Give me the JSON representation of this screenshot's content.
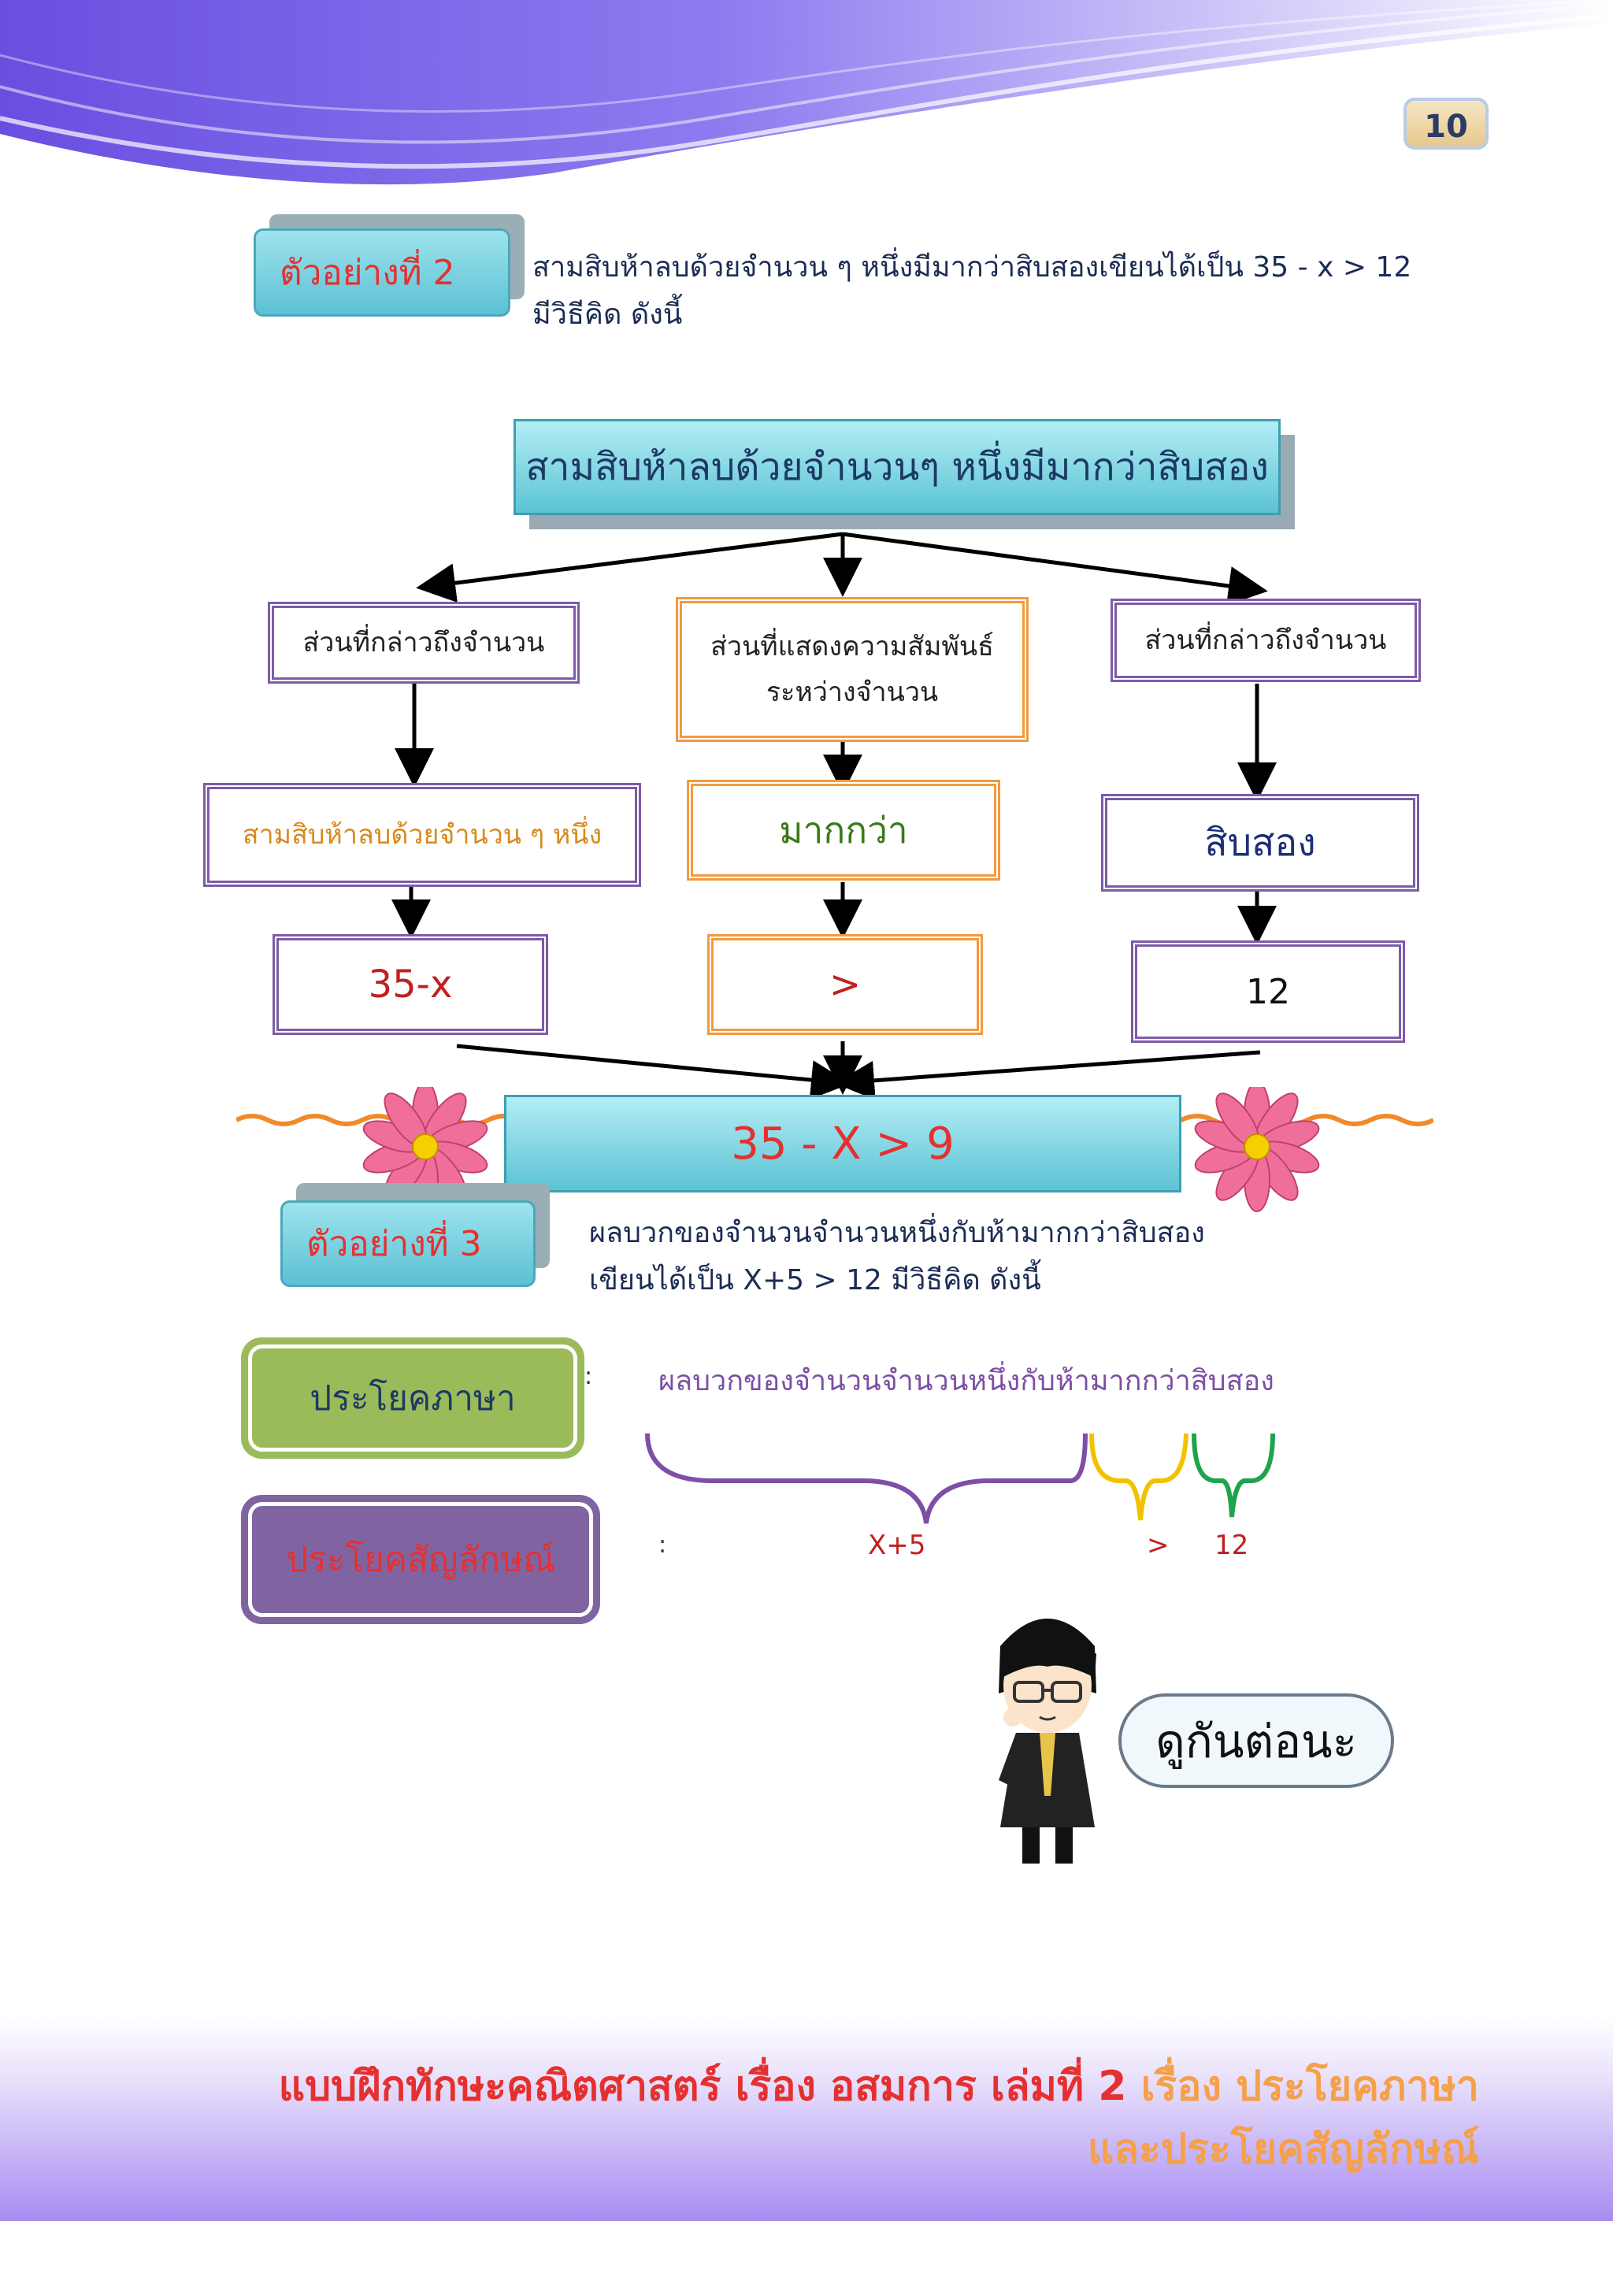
{
  "page_number": "10",
  "example2": {
    "tab_label": "ตัวอย่างที่ 2",
    "line1": "สามสิบห้าลบด้วยจำนวน ๆ หนึ่งมีมากว่าสิบสองเขียนได้เป็น  35 - x > 12",
    "line2": "มีวิธีคิด ดังนี้"
  },
  "diagram": {
    "title": "สามสิบห้าลบด้วยจำนวนๆ หนึ่งมีมากว่าสิบสอง",
    "left_heading": "ส่วนที่กล่าวถึงจำนวน",
    "middle_heading_line1": "ส่วนที่แสดงความสัมพันธ์",
    "middle_heading_line2": "ระหว่างจำนวน",
    "right_heading": "ส่วนที่กล่าวถึงจำนวน",
    "left_phrase": "สามสิบห้าลบด้วยจำนวน ๆ หนึ่ง",
    "middle_phrase": "มากกว่า",
    "right_phrase": "สิบสอง",
    "left_symbol": "35-x",
    "middle_symbol": ">",
    "right_symbol": "12",
    "result": "35 - X > 9"
  },
  "example3": {
    "tab_label": "ตัวอย่างที่ 3",
    "line1": "ผลบวกของจำนวนจำนวนหนึ่งกับห้ามากกว่าสิบสอง",
    "line2": "เขียนได้เป็น  X+5 > 12  มีวิธีคิด ดังนี้"
  },
  "legend": {
    "language_label": "ประโยคภาษา",
    "symbol_label": "ประโยคสัญลักษณ์",
    "colon": ":",
    "language_sentence": "ผลบวกของจำนวนจำนวนหนึ่งกับห้ามากกว่าสิบสอง",
    "sym_part1": "X+5",
    "sym_part2": ">",
    "sym_part3": "12"
  },
  "speech_bubble": "ดูกันต่อนะ",
  "footer": {
    "line1_red": "แบบฝึกทักษะคณิตศาสตร์ เรื่อง อสมการ เล่มที่ 2",
    "line1_orange": "เรื่อง ประโยคภาษา",
    "line2_orange": "และประโยคสัญลักษณ์"
  },
  "colors": {
    "header_purple": "#7b5ce6",
    "accent_red": "#e53030",
    "accent_orange": "#f5a04a",
    "box_purple": "#7d5ca6",
    "box_orange": "#f29a40",
    "green_label": "#9bbb5a",
    "purple_label": "#8064a2"
  }
}
